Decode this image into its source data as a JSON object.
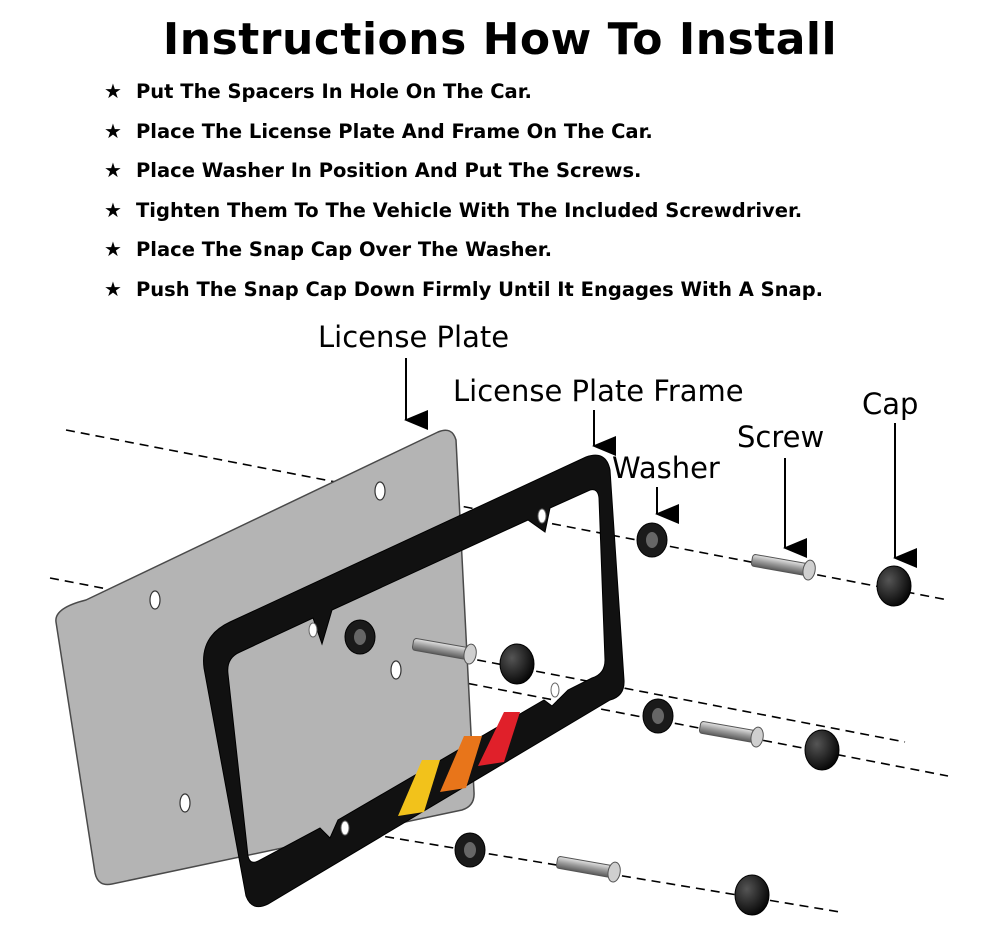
{
  "title": "Instructions How To Install",
  "star_icon": "star-icon",
  "steps": [
    "Put The Spacers In Hole On The Car.",
    "Place The License Plate And Frame On The Car.",
    "Place Washer In Position And Put The Screws.",
    "Tighten Them To The Vehicle With The Included Screwdriver.",
    "Place The Snap Cap Over The Washer.",
    "Push The Snap Cap Down Firmly Until It Engages With A Snap."
  ],
  "labels": {
    "license_plate": "License Plate",
    "license_plate_frame": "License Plate Frame",
    "washer": "Washer",
    "screw": "Screw",
    "cap": "Cap"
  },
  "colors": {
    "plate": "#b3b3b3",
    "frame": "#111111",
    "stripe_yellow": "#f2c21b",
    "stripe_orange": "#e8751a",
    "stripe_red": "#e0202a"
  }
}
